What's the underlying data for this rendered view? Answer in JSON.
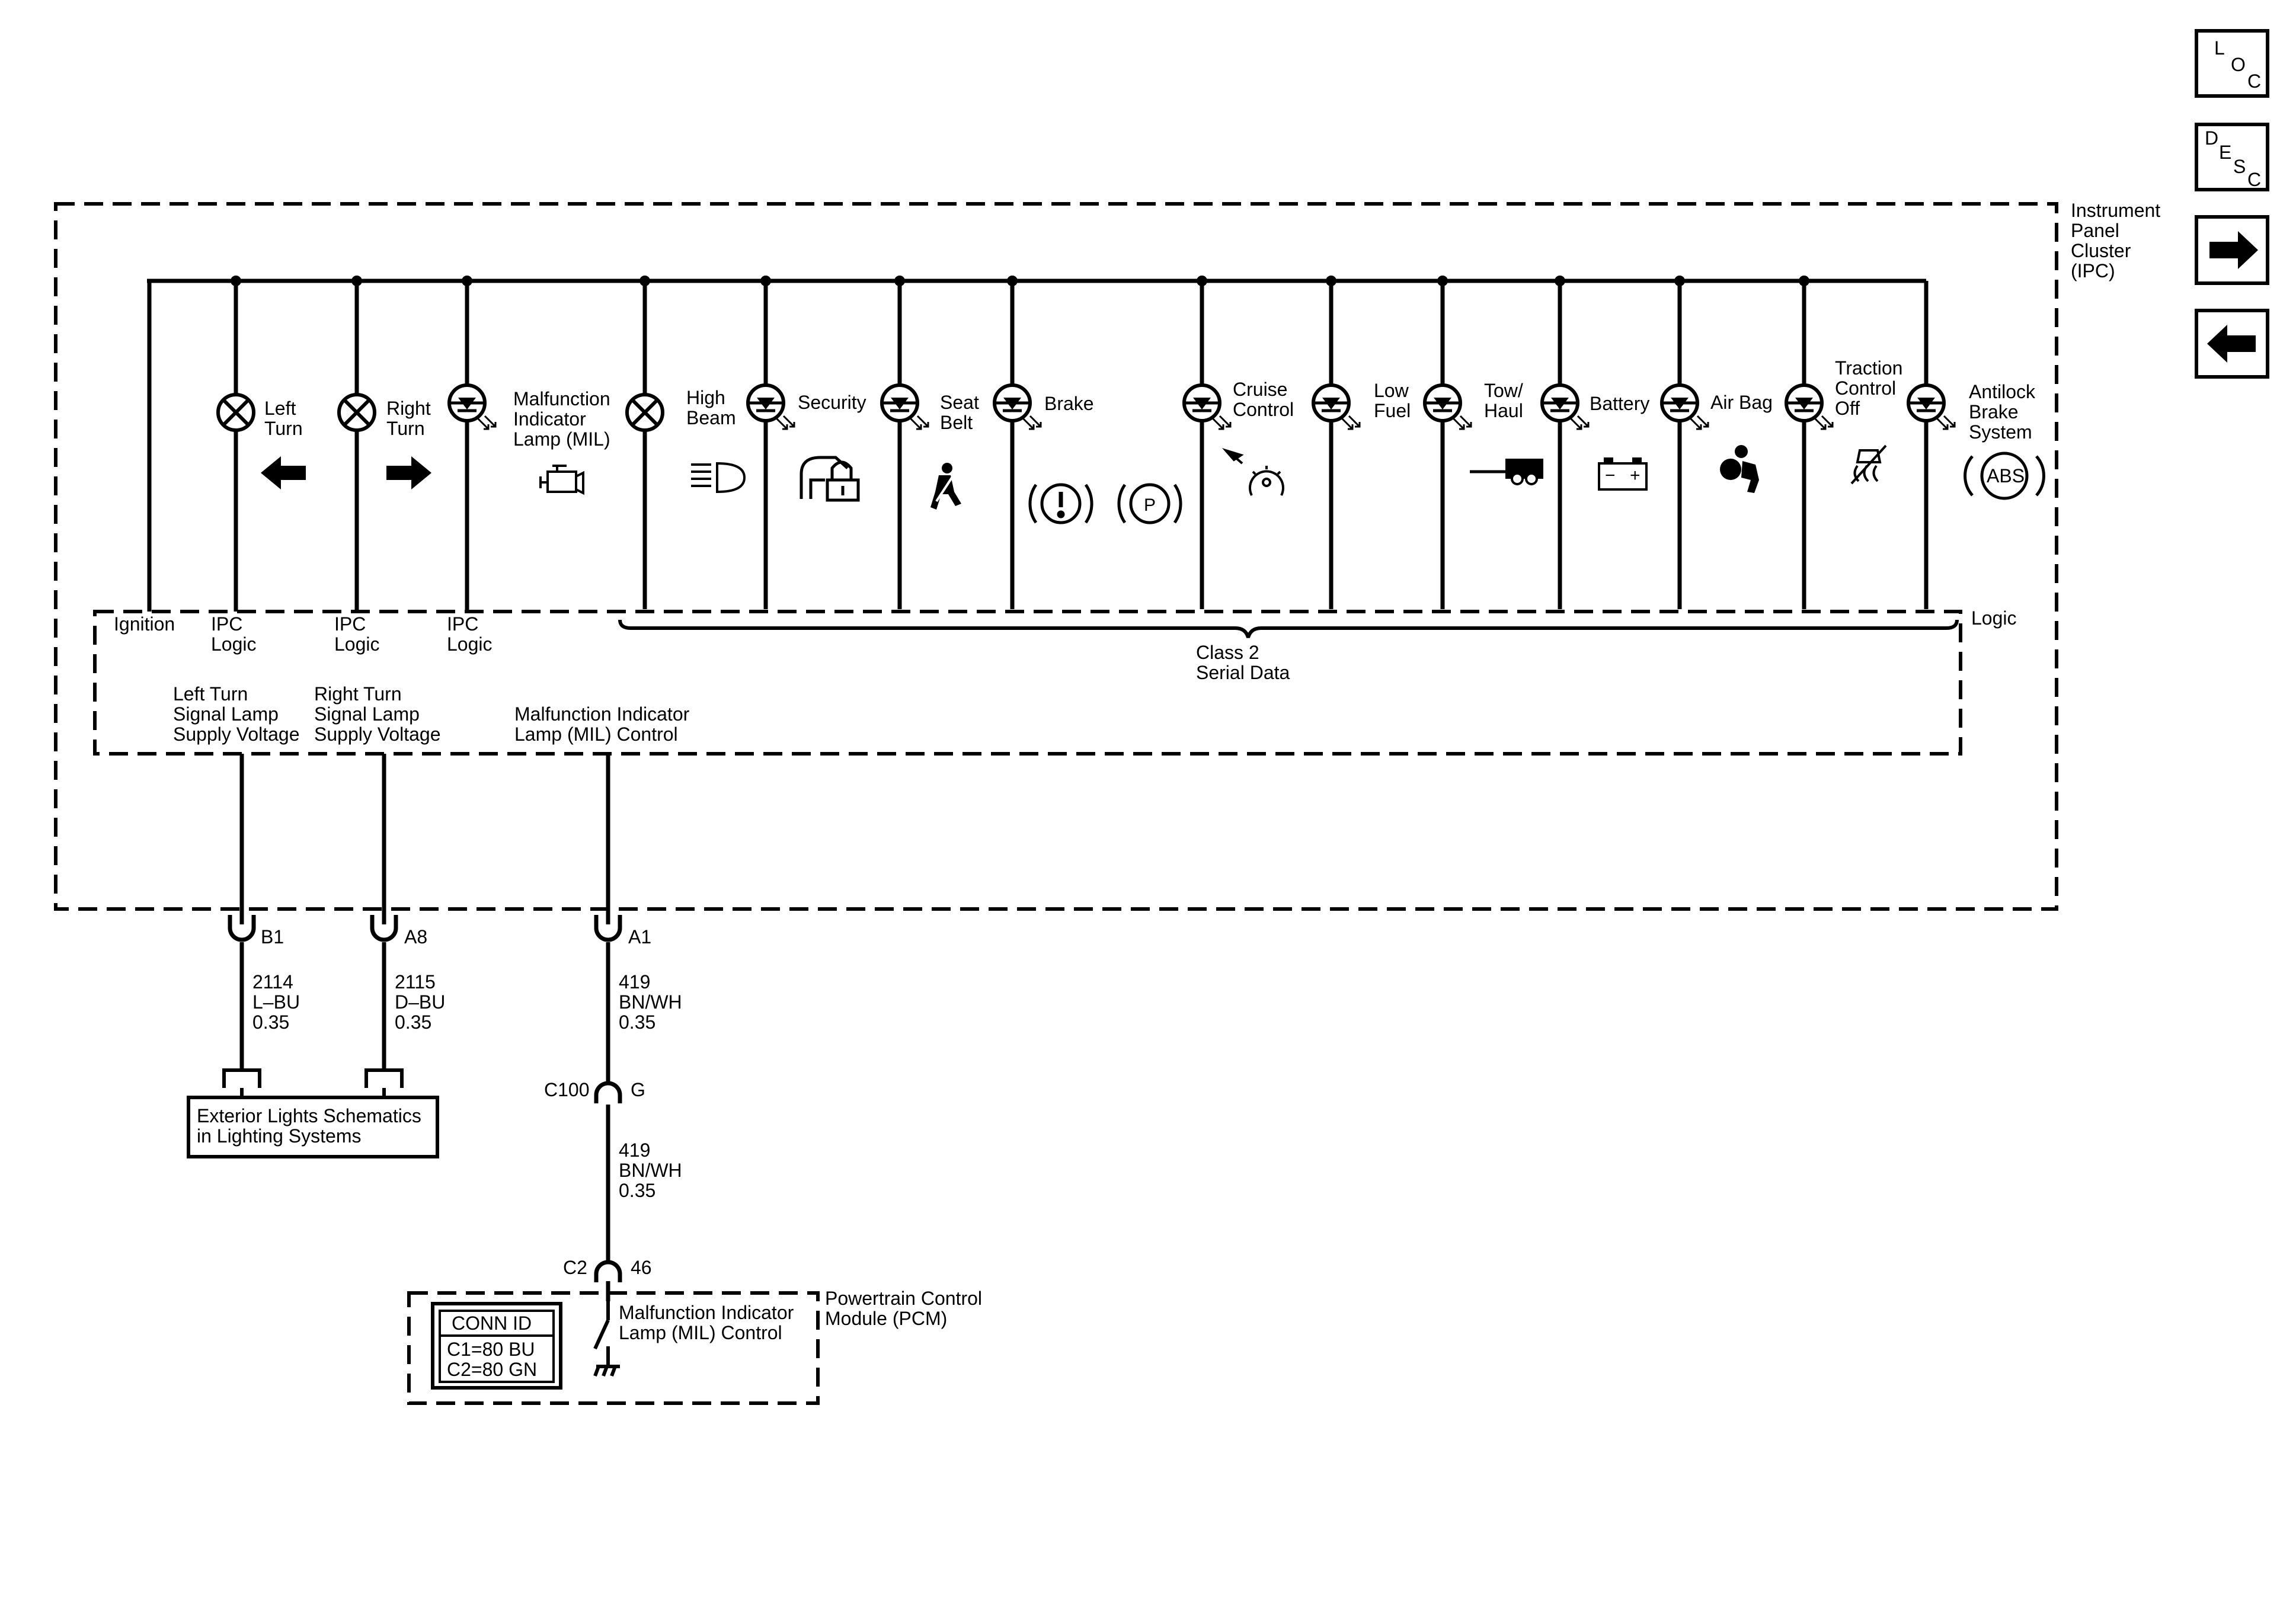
{
  "nav": {
    "loc": [
      "L",
      "O",
      "C"
    ],
    "desc": [
      "D",
      "E",
      "S",
      "C"
    ],
    "forward_icon": "arrow-right-icon",
    "back_icon": "arrow-left-icon"
  },
  "ipc": {
    "title": [
      "Instrument",
      "Panel",
      "Cluster",
      "(IPC)"
    ],
    "logic": "Logic",
    "ignition": "Ignition",
    "ipc_logic": [
      "IPC",
      "Logic"
    ],
    "class2": [
      "Class 2",
      "Serial Data"
    ],
    "left_supply": [
      "Left Turn",
      "Signal Lamp",
      "Supply Voltage"
    ],
    "right_supply": [
      "Right Turn",
      "Signal Lamp",
      "Supply Voltage"
    ],
    "mil_control": [
      "Malfunction Indicator",
      "Lamp (MIL) Control"
    ],
    "indicators": [
      {
        "id": "left-turn",
        "label": [
          "Left",
          "Turn"
        ],
        "icon": "arrow-left-icon"
      },
      {
        "id": "right-turn",
        "label": [
          "Right",
          "Turn"
        ],
        "icon": "arrow-right-icon"
      },
      {
        "id": "mil",
        "label": [
          "Malfunction",
          "Indicator",
          "Lamp (MIL)"
        ],
        "icon": "engine-icon"
      },
      {
        "id": "high-beam",
        "label": [
          "High",
          "Beam"
        ],
        "icon": "high-beam-icon"
      },
      {
        "id": "security",
        "label": [
          "Security"
        ],
        "icon": "security-lock-icon"
      },
      {
        "id": "seat-belt",
        "label": [
          "Seat",
          "Belt"
        ],
        "icon": "seat-belt-icon"
      },
      {
        "id": "brake",
        "label": [
          "Brake"
        ],
        "icon": "brake-warning-icon",
        "park_symbol": "P"
      },
      {
        "id": "cruise",
        "label": [
          "Cruise",
          "Control"
        ],
        "icon": "cruise-control-icon"
      },
      {
        "id": "low-fuel",
        "label": [
          "Low",
          "Fuel"
        ],
        "icon": "fuel-icon"
      },
      {
        "id": "tow-haul",
        "label": [
          "Tow/",
          "Haul"
        ],
        "icon": "tow-haul-icon"
      },
      {
        "id": "battery",
        "label": [
          "Battery"
        ],
        "icon": "battery-icon",
        "battery_signs": [
          "−",
          "+"
        ]
      },
      {
        "id": "air-bag",
        "label": [
          "Air Bag"
        ],
        "icon": "air-bag-icon"
      },
      {
        "id": "traction",
        "label": [
          "Traction",
          "Control",
          "Off"
        ],
        "icon": "traction-off-icon"
      },
      {
        "id": "abs",
        "label": [
          "Antilock",
          "Brake",
          "System"
        ],
        "icon": "abs-icon",
        "icon_text": "ABS"
      }
    ]
  },
  "connectors": {
    "b1": {
      "pin": "B1",
      "circuit": [
        "2114",
        "L–BU",
        "0.35"
      ]
    },
    "a8": {
      "pin": "A8",
      "circuit": [
        "2115",
        "D–BU",
        "0.35"
      ]
    },
    "a1": {
      "pin": "A1",
      "circuit": [
        "419",
        "BN/WH",
        "0.35"
      ]
    },
    "c100": {
      "name": "C100",
      "pin": "G",
      "circuit": [
        "419",
        "BN/WH",
        "0.35"
      ]
    },
    "c2": {
      "name": "C2",
      "pin": "46"
    }
  },
  "exterior_lights": [
    "Exterior Lights Schematics",
    "in Lighting Systems"
  ],
  "pcm": {
    "title": [
      "Powertrain Control",
      "Module (PCM)"
    ],
    "control": [
      "Malfunction Indicator",
      "Lamp (MIL) Control"
    ],
    "conn_id": {
      "title": "CONN ID",
      "rows": [
        "C1=80 BU",
        "C2=80 GN"
      ]
    }
  }
}
